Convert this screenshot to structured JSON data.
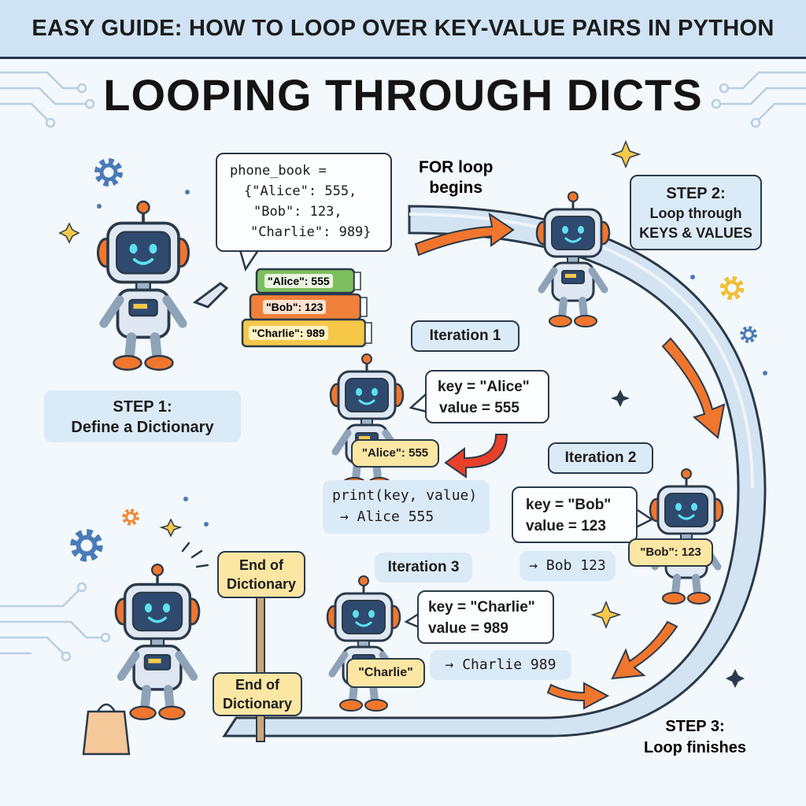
{
  "header": {
    "banner": "EASY GUIDE: HOW TO LOOP OVER KEY-VALUE PAIRS IN PYTHON",
    "title": "LOOPING THROUGH DICTS"
  },
  "step1": {
    "code_lines": [
      "phone_book =",
      "{\"Alice\": 555,",
      "\"Bob\": 123,",
      "\"Charlie\": 989}"
    ],
    "books": [
      "\"Alice\": 555",
      "\"Bob\": 123",
      "\"Charlie\": 989"
    ],
    "label_line1": "STEP 1:",
    "label_line2": "Define a Dictionary"
  },
  "for_loop": {
    "line1": "FOR loop",
    "line2": "begins"
  },
  "step2": {
    "line1": "STEP 2:",
    "line2": "Loop through",
    "line3": "KEYS & VALUES"
  },
  "iteration1": {
    "label": "Iteration 1",
    "key": "key = \"Alice\"",
    "value": "value = 555",
    "card": "\"Alice\": 555",
    "print_line": "print(key, value)",
    "output": "→ Alice 555"
  },
  "iteration2": {
    "label": "Iteration 2",
    "key": "key = \"Bob\"",
    "value": "value = 123",
    "card": "\"Bob\": 123",
    "output": "→ Bob 123"
  },
  "iteration3": {
    "label": "Iteration 3",
    "key": "key = \"Charlie\"",
    "value": "value = 989",
    "card": "\"Charlie\"",
    "output": "→ Charlie 989"
  },
  "end_sign": {
    "line1": "End of",
    "line2": "Dictionary"
  },
  "step3": {
    "line1": "STEP 3:",
    "line2": "Loop finishes"
  },
  "colors": {
    "robot_body": "#dfe8f2",
    "robot_screen": "#2f4a6e",
    "robot_face": "#5ee0f0",
    "accent_orange": "#f0762e",
    "arrow_red": "#e8402b",
    "gear_blue": "#4a7ab8",
    "gear_orange": "#f08a3a",
    "gear_yellow": "#f0c03a",
    "book_green": "#7dbf5e",
    "book_orange": "#f0803a",
    "book_yellow": "#f5c84a"
  }
}
